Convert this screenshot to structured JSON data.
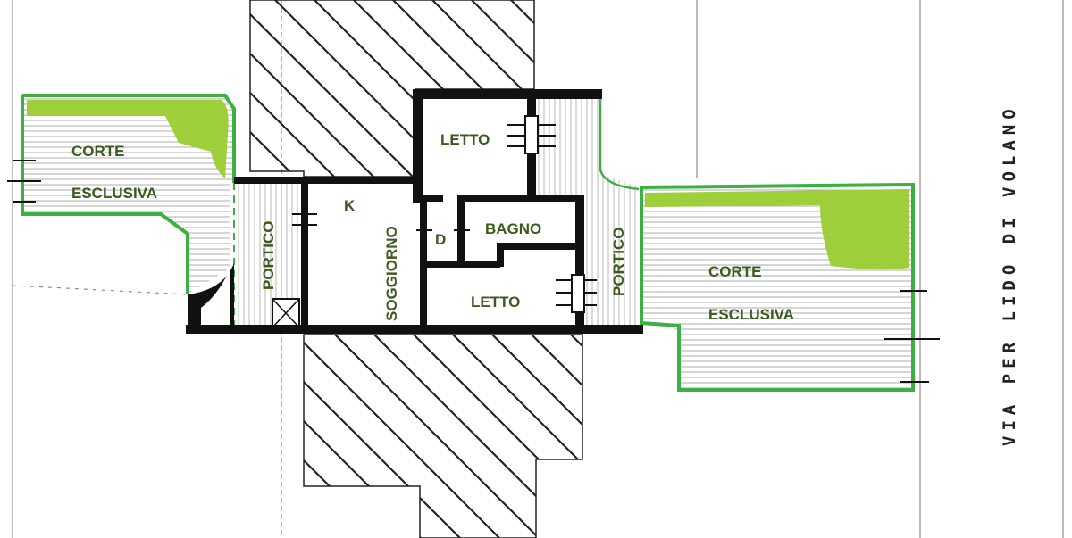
{
  "plan": {
    "left_court": {
      "line1": "CORTE",
      "line2": "ESCLUSIVA"
    },
    "left_portico": "PORTICO",
    "kitchen": "K",
    "living_room": "SOGGIORNO",
    "bedroom_top": "LETTO",
    "storage": "D",
    "bathroom": "BAGNO",
    "bedroom_bottom": "LETTO",
    "right_portico": "PORTICO",
    "right_court": {
      "line1": "CORTE",
      "line2": "ESCLUSIVA"
    },
    "street": "VIA PER LIDO DI VOLANO"
  },
  "colors": {
    "wall": "#111111",
    "court_border": "#3cb043",
    "grass": "#9acd32",
    "hatch": "#222222",
    "label": "#3d5a1e"
  }
}
